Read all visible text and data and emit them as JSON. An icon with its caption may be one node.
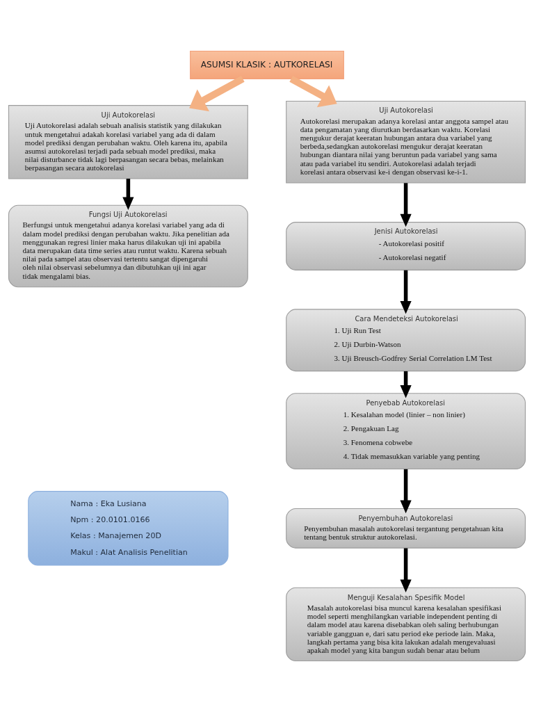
{
  "diagram": {
    "nodes": [
      {
        "text": [
          "ASUMSI KLASIK : AUTKORELASI"
        ]
      },
      {
        "text": [
          "Uji Autokorelasi",
          "Uji Autokorelasi adalah sebuah analisis statistik yang dilakukan untuk mengetahui adakah korelasi variabel yang ada di dalam model prediksi dengan perubahan waktu. Oleh karena itu, apabila asumsi autokorelasi terjadi pada sebuah model prediksi, maka nilai disturbance tidak lagi berpasangan secara bebas, melainkan berpasangan secara autokorelasi"
        ]
      },
      {
        "text": [
          "Uji Autokorelasi",
          "Autokorelasi merupakan adanya korelasi antar anggota sampel atau data pengamatan yang diurutkan berdasarkan waktu. Korelasi mengukur derajat keeratan hubungan antara dua variabel yang berbeda,sedangkan autokorelasi mengukur derajat keeratan hubungan diantara nilai yang beruntun pada variabel yang sama atau pada variabel itu sendiri. Autokorelasi adalah terjadi korelasi antara observasi ke-i dengan observasi ke-i-1."
        ]
      },
      {
        "text": [
          "Fungsi Uji Autokorelasi",
          "Berfungsi untuk mengetahui adanya korelasi variabel yang ada di dalam model prediksi dengan perubahan waktu. Jika penelitian ada menggunakan regresi linier maka harus dilakukan uji ini apabila data merupakan data time series atau runtut waktu. Karena sebuah nilai pada sampel atau observasi tertentu sangat dipengaruhi oleh nilai observasi sebelumnya dan dibutuhkan uji ini agar tidak mengalami bias."
        ]
      },
      {
        "text": [
          "Jenisi Autokorelasi",
          "- Autokorelasi positif",
          "- Autokorelasi negatif"
        ]
      },
      {
        "text": [
          "Cara Mendeteksi Autokorelasi",
          "1. Uji Run Test",
          "2. Uji Durbin-Watson",
          "3. Uji Breusch-Godfrey Serial Correlation LM Test"
        ]
      },
      {
        "text": [
          "Penyebab Autokorelasi",
          "1. Kesalahan model (linier – non linier)",
          "2. Pengakuan Lag",
          "3. Fenomena cobwebe",
          "4. Tidak memasukkan variable yang penting"
        ]
      },
      {
        "text": [
          "Penyembuhan Autokorelasi",
          "Penyembuhan masalah autokorelasi tergantung pengetahuan kita tentang bentuk struktur autokorelasi."
        ]
      },
      {
        "text": [
          "Menguji Kesalahan Spesifik Model",
          "Masalah autokorelasi bisa muncul karena kesalahan spesifikasi model seperti menghilangkan variable independent penting di dalam model atau karena disebabkan oleh saling berhubungan variable gangguan e, dari satu period eke periode lain. Maka, langkah pertama yang bisa kita lakukan adalah mengevaluasi apakah model yang kita bangun sudah benar atau belum"
        ]
      },
      {
        "text": [
          "Nama : Eka Lusiana",
          "Npm : 20.0101.0166",
          "Kelas : Manajemen 20D",
          "Makul : Alat Analisis Penelitian"
        ]
      }
    ],
    "edges": [
      {
        "from": 0,
        "to": 1,
        "arrow": "to",
        "style": "thick",
        "color": "#f4b183"
      },
      {
        "from": 0,
        "to": 2,
        "arrow": "to",
        "style": "thick",
        "color": "#f4b183"
      },
      {
        "from": 1,
        "to": 3,
        "arrow": "to"
      },
      {
        "from": 2,
        "to": 4,
        "arrow": "to"
      },
      {
        "from": 4,
        "to": 5,
        "arrow": "to"
      },
      {
        "from": 5,
        "to": 6,
        "arrow": "to"
      },
      {
        "from": 6,
        "to": 7,
        "arrow": "to"
      },
      {
        "from": 7,
        "to": 8,
        "arrow": "to"
      }
    ]
  }
}
